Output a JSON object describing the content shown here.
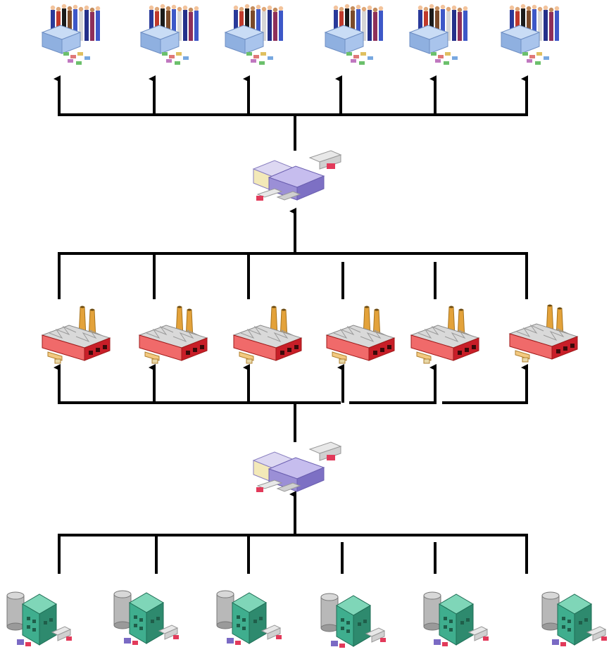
{
  "diagram": {
    "colors": {
      "line": "#000000",
      "background": "#ffffff",
      "hub_box": "#9b8fd6",
      "hub_side": "#6b5fb0",
      "factory_red": "#e8242e",
      "factory_roof": "#d9d9d9",
      "chimney": "#e3a23a",
      "warehouse_green": "#3fae8e",
      "silo_gray": "#b8b8b8",
      "store_blue": "#8fb0e0"
    },
    "tiers": [
      {
        "id": "customers",
        "icon": "customer-store-icon",
        "count": 6
      },
      {
        "id": "distribution-hub",
        "icon": "distribution-hub-icon",
        "count": 1
      },
      {
        "id": "factories",
        "icon": "factory-icon",
        "count": 6
      },
      {
        "id": "collection-hub",
        "icon": "distribution-hub-icon",
        "count": 1
      },
      {
        "id": "suppliers",
        "icon": "supplier-warehouse-icon",
        "count": 6
      }
    ]
  }
}
